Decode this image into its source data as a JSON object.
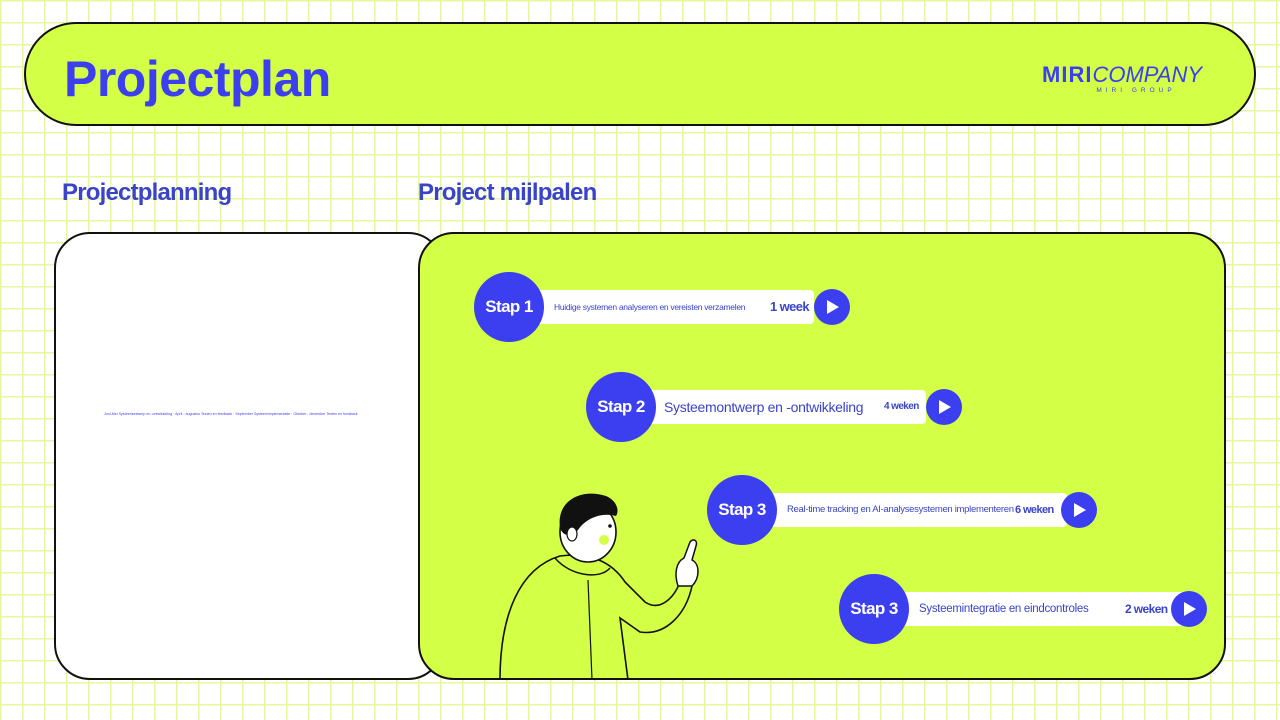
{
  "header": {
    "title": "Projectplan",
    "logo": {
      "mark": "MIRI",
      "word": "COMPANY",
      "sub": "MIRI GROUP"
    }
  },
  "planning": {
    "title": "Projectplanning",
    "text": "Juni-Mei Systeemontwerp en -ontwikkeling · April - augustus Testen en feedback · September Systeemimplementatie · Oktober - december Testen en feedback"
  },
  "milestones": {
    "title": "Project mijlpalen",
    "items": [
      {
        "step": "Stap 1",
        "description": "Huidige systemen analyseren en vereisten verzamelen",
        "duration": "1 week"
      },
      {
        "step": "Stap 2",
        "description": "Systeemontwerp en -ontwikkeling",
        "duration": "4 weken"
      },
      {
        "step": "Stap 3",
        "description": "Real-time tracking en AI-analysesystemen implementeren",
        "duration": "6 weken"
      },
      {
        "step": "Stap 3",
        "description": "Systeemintegratie en eindcontroles",
        "duration": "2 weken"
      }
    ]
  },
  "colors": {
    "accent": "#3b3ff0",
    "lime": "#d4ff47",
    "grid": "#e4f7a0",
    "outline": "#111111"
  },
  "icons": {
    "step_action": "play-icon",
    "illustration": "pointing-person-illustration"
  }
}
